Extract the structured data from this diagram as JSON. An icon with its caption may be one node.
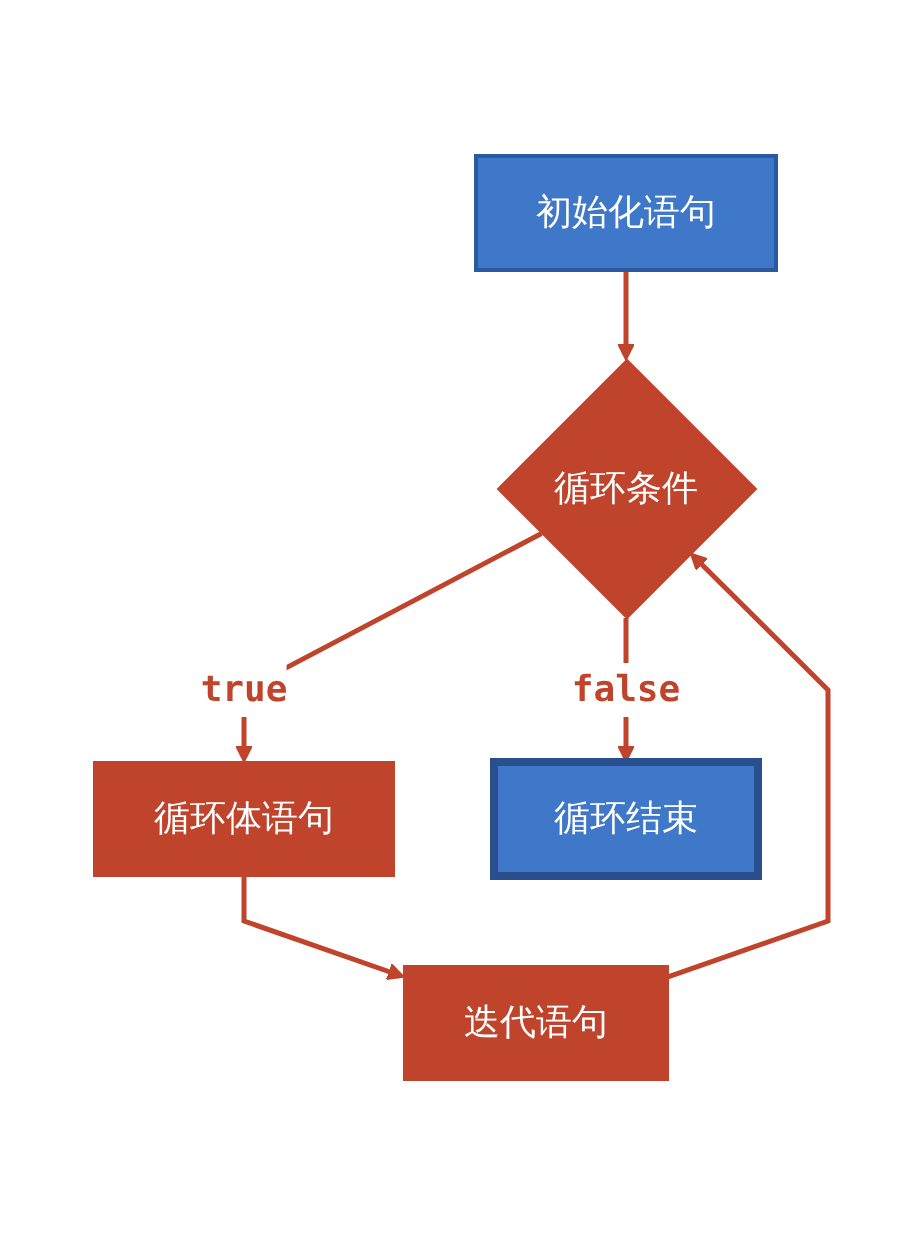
{
  "diagram": {
    "nodes": [
      {
        "text": [
          "初始化语句"
        ]
      },
      {
        "text": [
          "循环条件"
        ]
      },
      {
        "text": [
          "循环体语句"
        ]
      },
      {
        "text": [
          "迭代语句"
        ]
      },
      {
        "text": [
          "循环结束"
        ]
      }
    ],
    "edges": [
      {
        "from": 0,
        "to": 1,
        "arrow": "to"
      },
      {
        "from": 1,
        "to": 2,
        "arrow": "to",
        "label": "true"
      },
      {
        "from": 2,
        "to": 3,
        "arrow": "to"
      },
      {
        "from": 3,
        "to": 1,
        "arrow": "to"
      },
      {
        "from": 1,
        "to": 4,
        "arrow": "to",
        "label": "false"
      }
    ]
  }
}
